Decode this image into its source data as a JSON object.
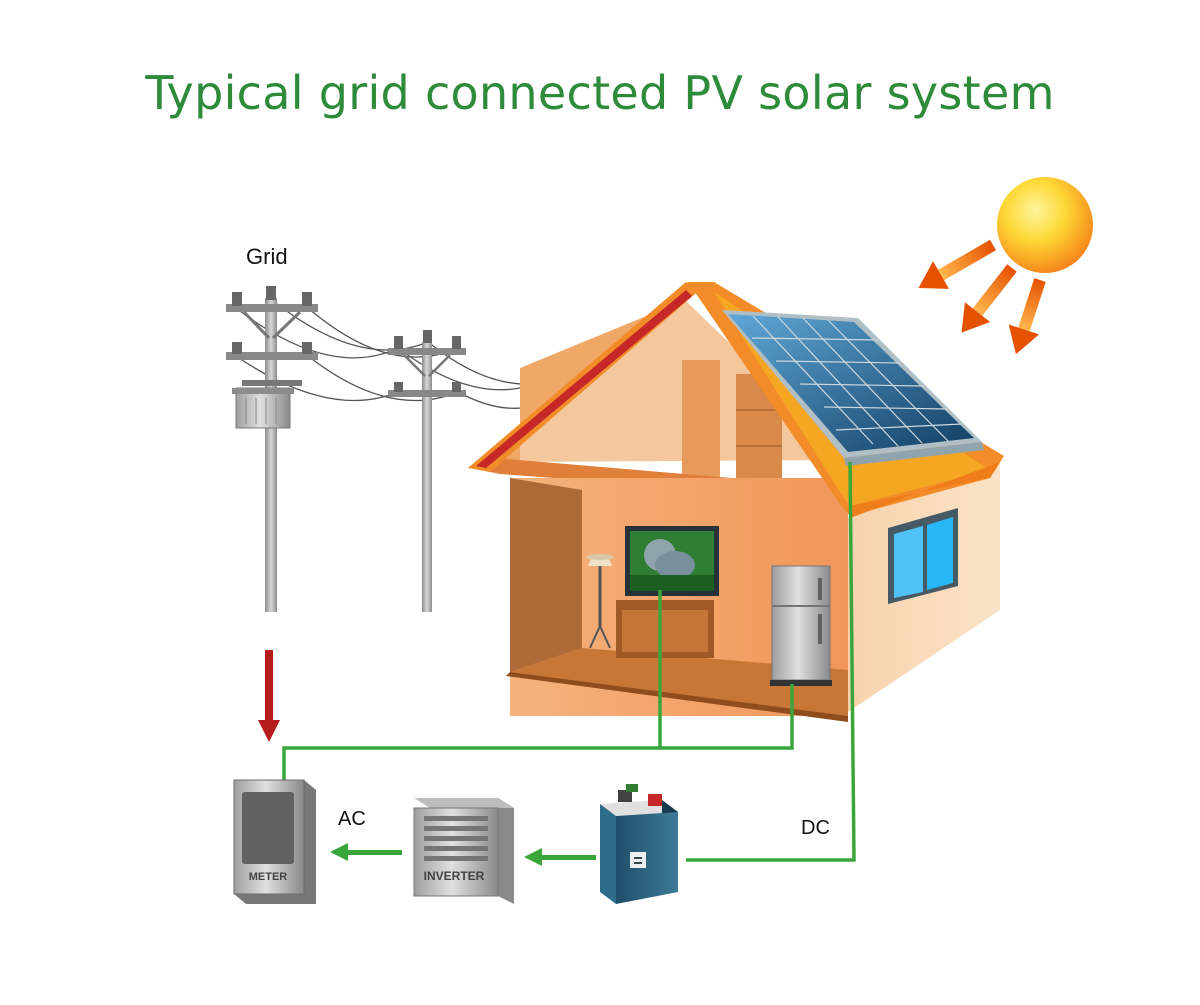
{
  "title": "Typical grid connected PV solar system",
  "labels": {
    "grid": "Grid",
    "ac": "AC",
    "dc": "DC",
    "meter": "METER",
    "inverter": "INVERTER"
  },
  "colors": {
    "title": "#2e8b3a",
    "wire": "#3aa63a",
    "grid_arrow": "#b71c1c",
    "sun": "#f9a825",
    "sun_rays": "#ef6c00",
    "house_wall": "#f2a066",
    "roof": "#f28c28",
    "panel": "#1f5f8b"
  },
  "icons": [
    "sun-icon",
    "utility-pole-icon",
    "transformer-icon",
    "house-icon",
    "solar-panel-icon",
    "tv-icon",
    "floor-lamp-icon",
    "refrigerator-icon",
    "window-icon",
    "meter-icon",
    "inverter-icon",
    "battery-icon"
  ]
}
